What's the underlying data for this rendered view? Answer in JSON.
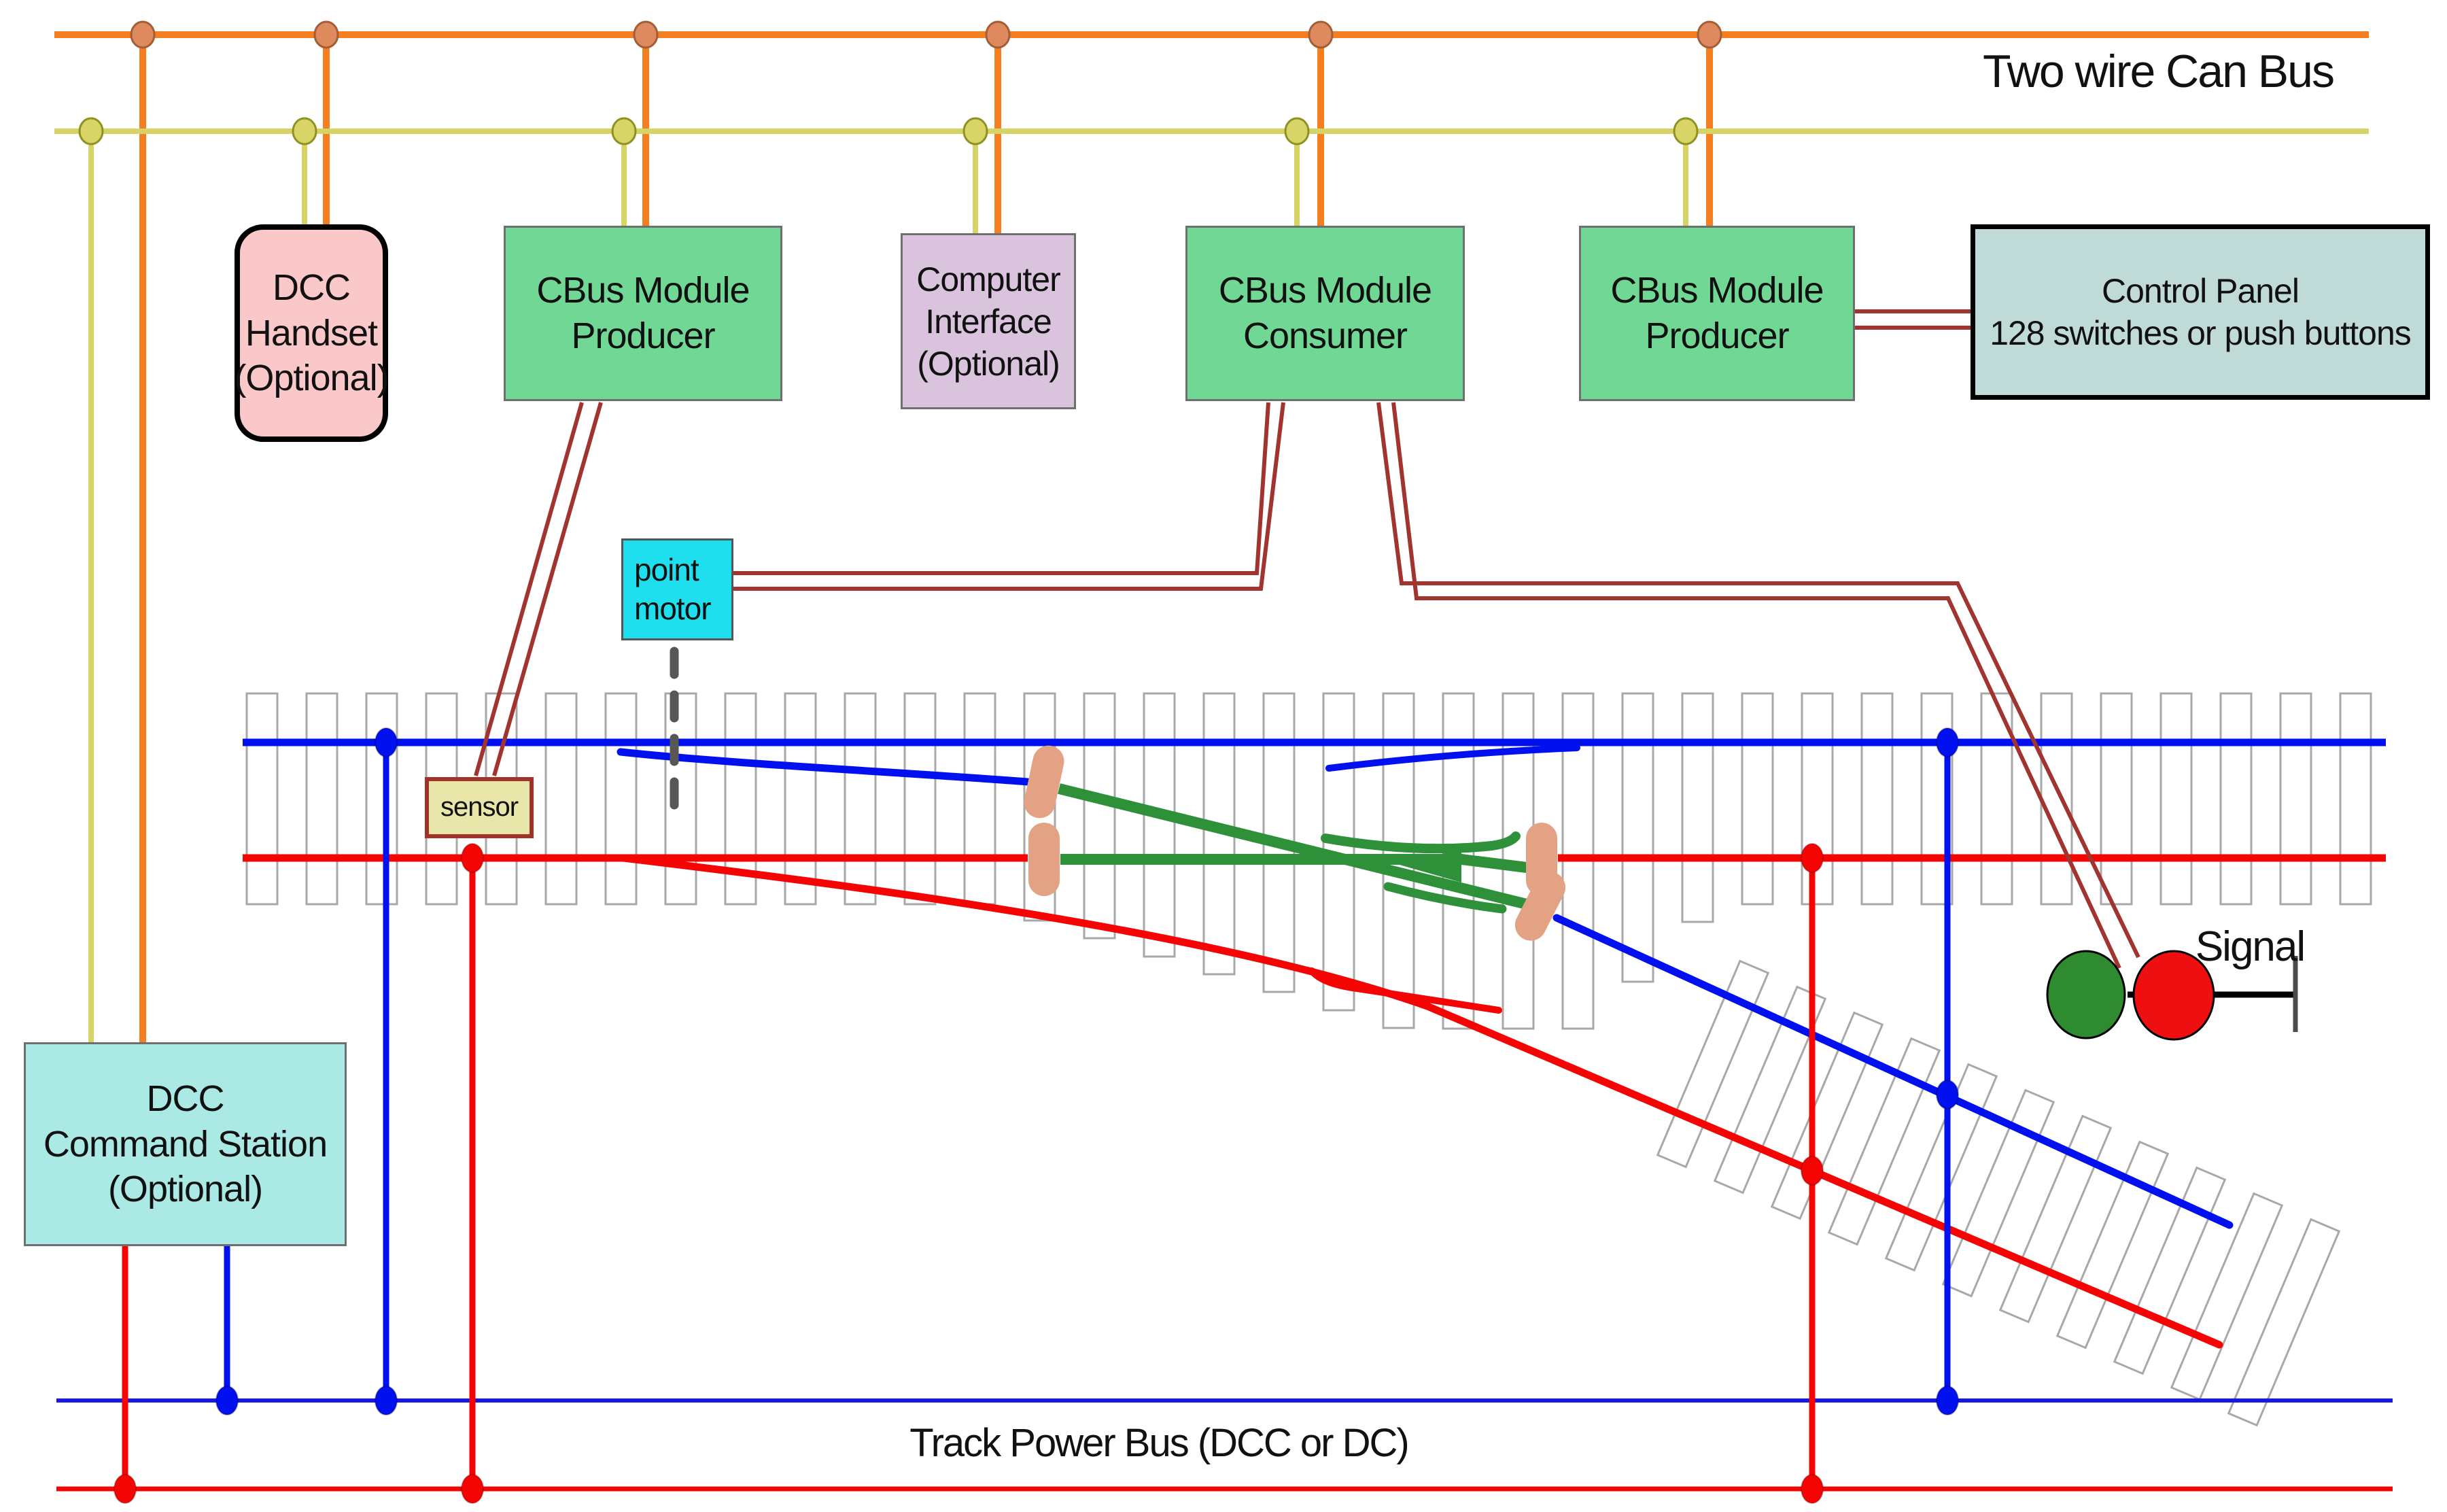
{
  "labels": {
    "can_bus": "Two wire Can Bus",
    "power_bus": "Track Power Bus  (DCC or DC)",
    "signal": "Signal"
  },
  "boxes": {
    "dcc_handset": {
      "lines": [
        "DCC",
        "Handset",
        "(Optional)"
      ]
    },
    "cbus_producer_1": {
      "lines": [
        "CBus Module",
        "Producer"
      ]
    },
    "computer_interface": {
      "lines": [
        "Computer",
        "Interface",
        "(Optional)"
      ]
    },
    "cbus_consumer": {
      "lines": [
        "CBus Module",
        "Consumer"
      ]
    },
    "cbus_producer_2": {
      "lines": [
        "CBus Module",
        "Producer"
      ]
    },
    "control_panel": {
      "lines": [
        "Control Panel",
        "128 switches or push buttons"
      ]
    },
    "dcc_command_station": {
      "lines": [
        "DCC",
        "Command Station",
        "(Optional)"
      ]
    },
    "point_motor": {
      "lines": [
        "point",
        "motor"
      ]
    },
    "sensor": {
      "lines": [
        "sensor"
      ]
    }
  },
  "colors": {
    "canbus_orange": "#F57E20",
    "canbus_yellow": "#D6D466",
    "canbus_dot_orange": "#DE8A5E",
    "canbus_dot_yellow": "#D8D468",
    "rail_blue": "#0010EE",
    "rail_red": "#F50404",
    "powerbus_blue": "#1818E6",
    "closure_green": "#2E9038",
    "insulator": "#E2A283",
    "wire_red": "#A23430",
    "signal_green": "#2F8B30",
    "signal_red": "#EE1010",
    "box_green": "#70D795",
    "box_pink": "#FAC8C8",
    "box_purple": "#D9C3DD",
    "box_cyan": "#1FDFEF",
    "box_teal": "#ABE9E5",
    "box_panel": "#C0DAD7",
    "sensor_fill": "#E9E6AA",
    "sensor_border": "#A13227",
    "sleeper_gray": "#A8A8A8",
    "dash_gray": "#575757"
  }
}
